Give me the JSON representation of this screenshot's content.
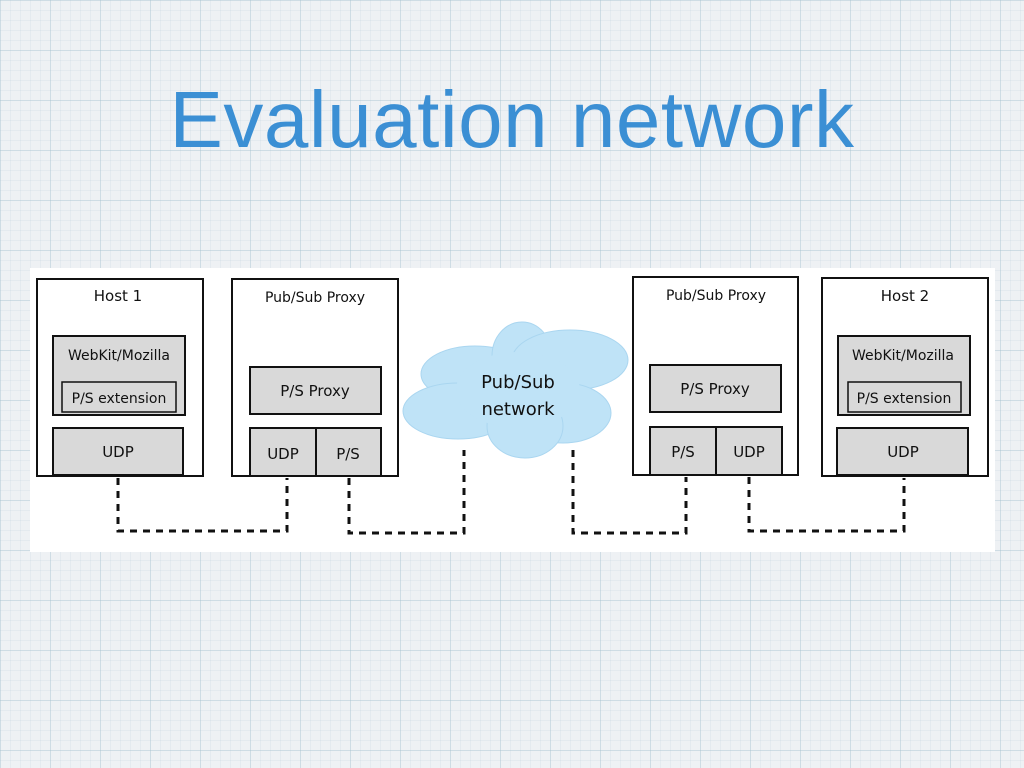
{
  "slide": {
    "title": "Evaluation network"
  },
  "diagram": {
    "host1": {
      "title": "Host 1",
      "browser": "WebKit/Mozilla",
      "extension": "P/S extension",
      "transport": "UDP"
    },
    "proxy1": {
      "title": "Pub/Sub Proxy",
      "proxy": "P/S Proxy",
      "udp": "UDP",
      "ps": "P/S"
    },
    "cloud": {
      "line1": "Pub/Sub",
      "line2": "network"
    },
    "proxy2": {
      "title": "Pub/Sub Proxy",
      "proxy": "P/S Proxy",
      "ps": "P/S",
      "udp": "UDP"
    },
    "host2": {
      "title": "Host 2",
      "browser": "WebKit/Mozilla",
      "extension": "P/S extension",
      "transport": "UDP"
    }
  },
  "colors": {
    "title": "#3b8fd4",
    "inner_box": "#d9d9d9",
    "cloud_fill": "#bfe3f7",
    "line": "#111111"
  }
}
